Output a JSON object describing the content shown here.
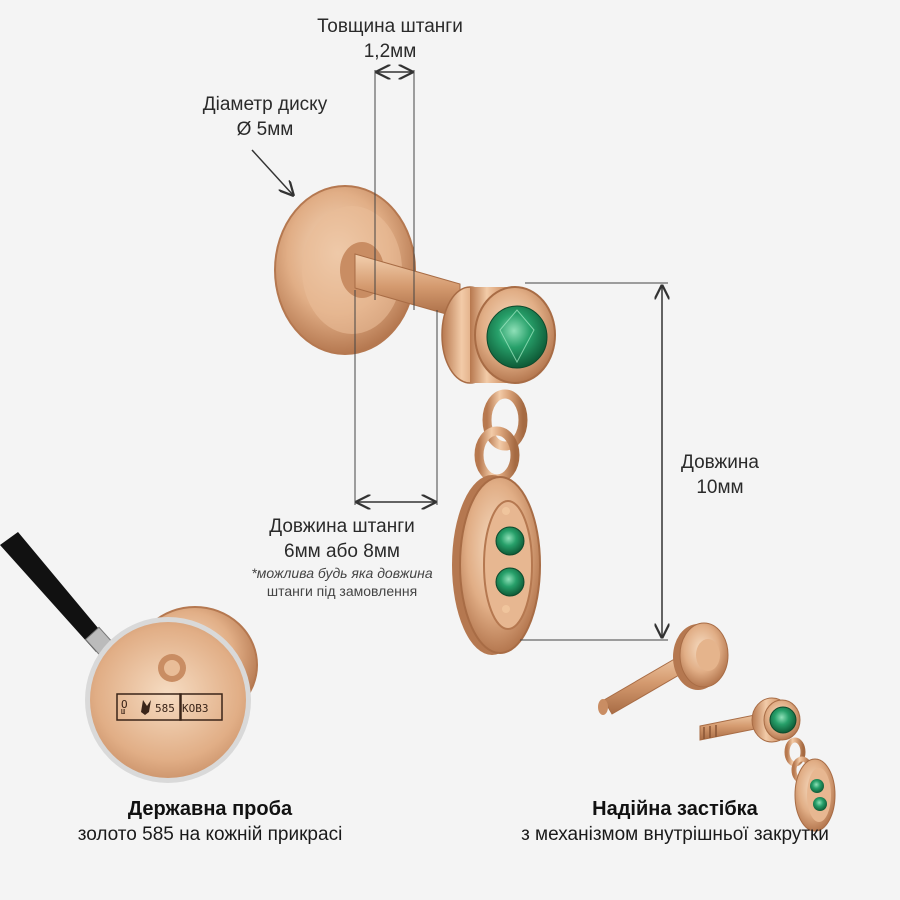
{
  "labels": {
    "thickness": {
      "title": "Товщина штанги",
      "value": "1,2мм"
    },
    "disk_diameter": {
      "title": "Діаметр диску",
      "value": "Ø 5мм"
    },
    "length": {
      "title": "Довжина",
      "value": "10мм"
    },
    "bar_length": {
      "title": "Довжина штанги",
      "value": "6мм або 8мм",
      "note_line1": "*можлива будь яка довжина",
      "note_line2": "штанги під замовлення"
    }
  },
  "hallmark": {
    "mark_o": "О",
    "mark_585": "585",
    "mark_code": "КОВЗ",
    "mark_small": "Ш"
  },
  "features": {
    "left": {
      "title": "Державна проба",
      "subtitle": "золото 585 на кожній прикрасі"
    },
    "right": {
      "title": "Надійна застібка",
      "subtitle": "з механізмом внутрішньої закрутки"
    }
  },
  "colors": {
    "background": "#f4f4f4",
    "gold": "#d9a57a",
    "gold_dark": "#a8704a",
    "emerald": "#1f8a5a",
    "line": "#555555"
  }
}
